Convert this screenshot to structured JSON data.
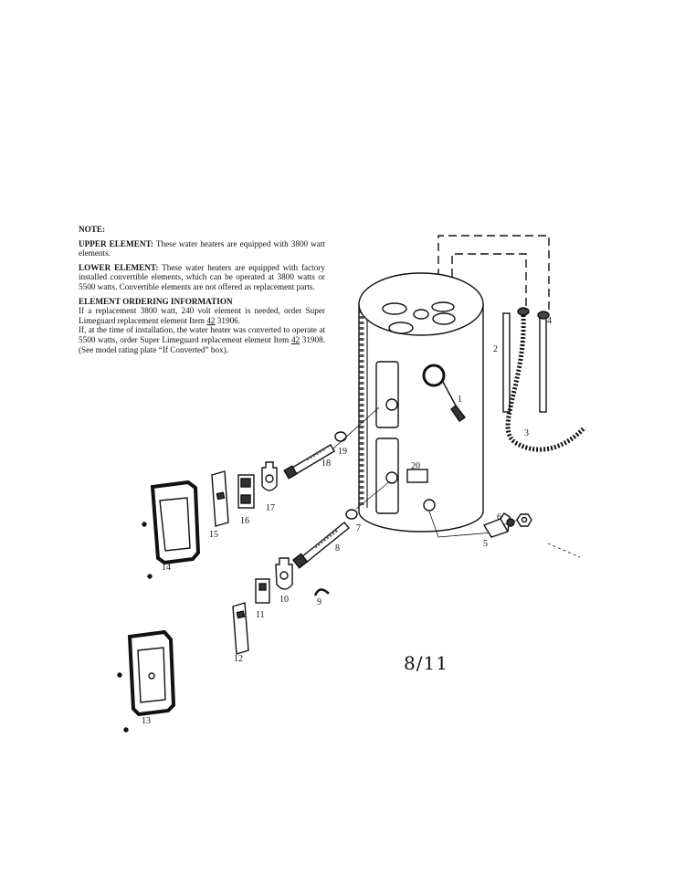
{
  "notes": {
    "heading": "NOTE:",
    "upper_label": "UPPER ELEMENT:",
    "upper_text": "These water heaters are equipped with 3800 watt elements.",
    "lower_label": "LOWER ELEMENT:",
    "lower_text": "These water heaters are equipped with factory installed convertible elements, which can be operated at 3800 watts or 5500 watts. Convertible elements are not offered as replacement parts.",
    "ordering_heading": "ELEMENT ORDERING INFORMATION",
    "ordering_1a": "If a replacement 3800 watt, 240 volt element is needed, order Super Limeguard replacement element Item ",
    "ordering_1_item": "42",
    "ordering_1b": " 31906.",
    "ordering_2a": "If, at the time of installation, the water heater was converted to operate at 5500 watts, order Super Limeguard replacement element Item ",
    "ordering_2_item": "42",
    "ordering_2b": " 31908. (See model rating plate “If Converted” box)."
  },
  "callouts": [
    "1",
    "2",
    "3",
    "4",
    "5",
    "6",
    "7",
    "8",
    "9",
    "10",
    "11",
    "12",
    "13",
    "14",
    "15",
    "16",
    "17",
    "18",
    "19",
    "20"
  ],
  "page_number": "8/11"
}
